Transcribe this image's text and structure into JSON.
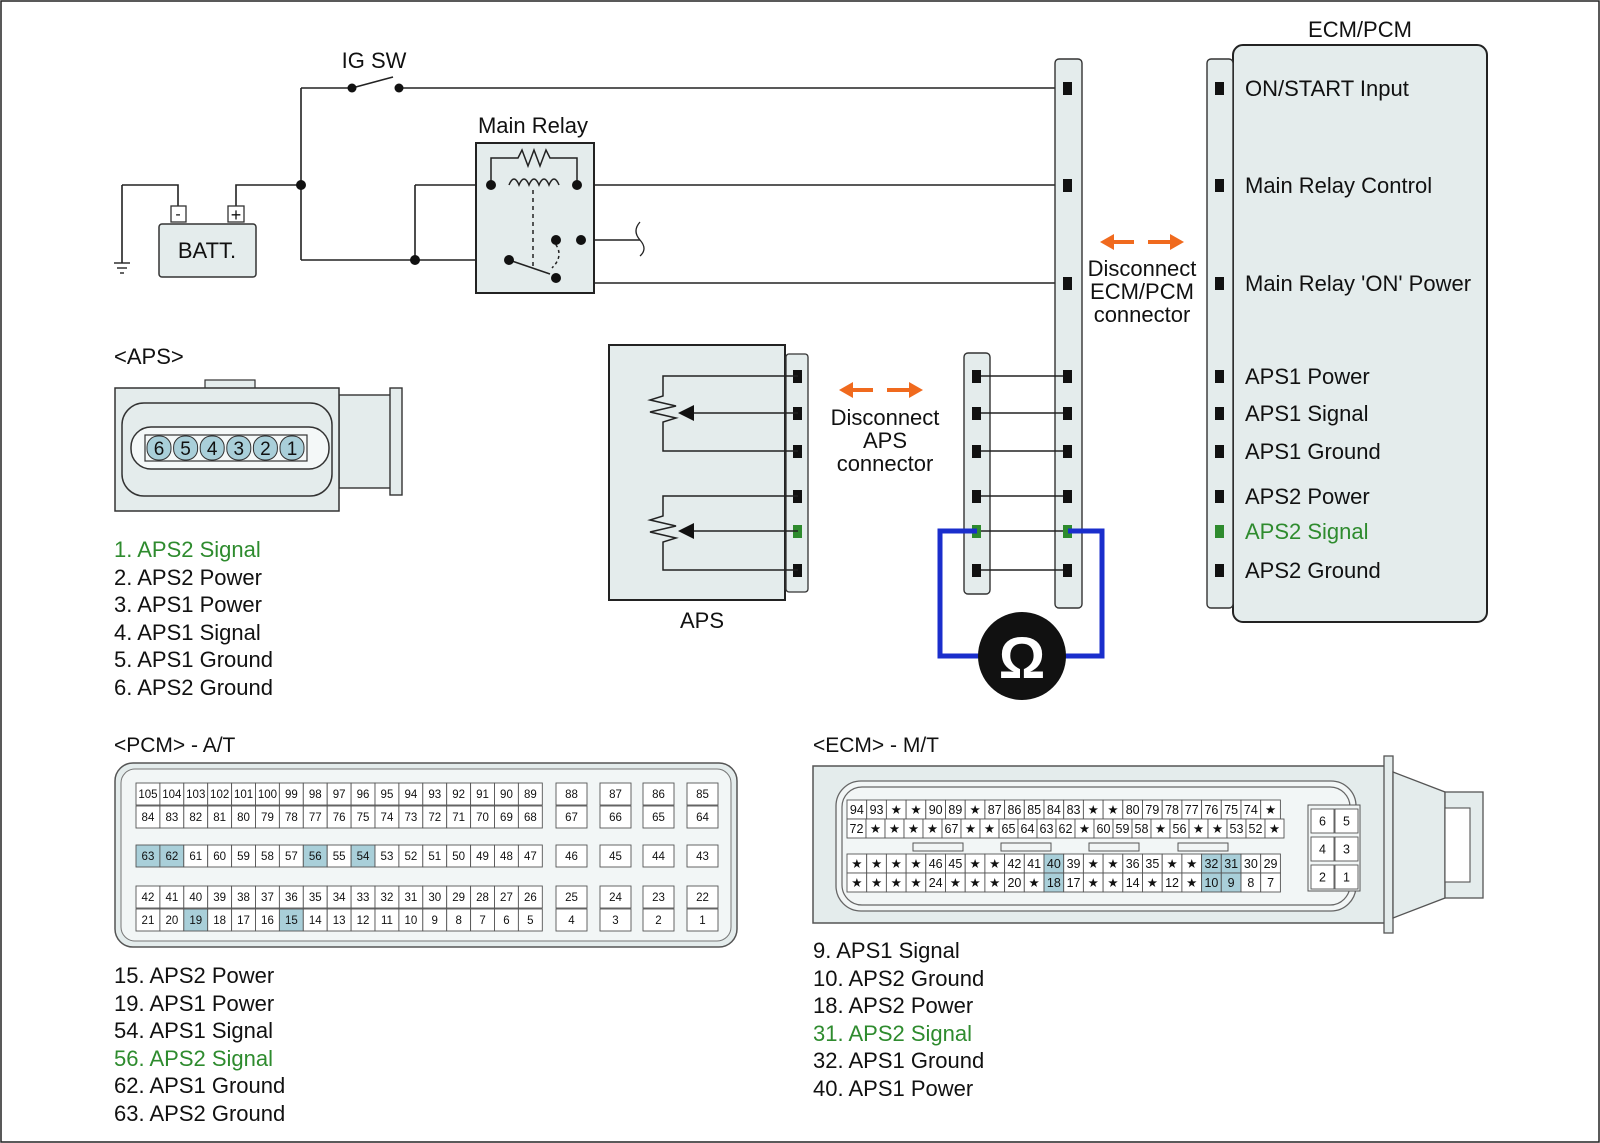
{
  "labels": {
    "ig_sw": "IG SW",
    "main_relay": "Main Relay",
    "batt": "BATT.",
    "batt_minus": "-",
    "batt_plus": "+",
    "ecm_pcm": "ECM/PCM",
    "aps": "APS",
    "ohm_symbol": "Ω",
    "disconnect_ecm": [
      "Disconnect",
      "ECM/PCM",
      "connector"
    ],
    "disconnect_aps": [
      "Disconnect",
      "APS",
      "connector"
    ]
  },
  "ecm_pins": [
    {
      "label": "ON/START Input",
      "highlight": false
    },
    {
      "label": "Main Relay Control",
      "highlight": false
    },
    {
      "label": "Main Relay 'ON' Power",
      "highlight": false
    },
    {
      "label": "APS1 Power",
      "highlight": false
    },
    {
      "label": "APS1 Signal",
      "highlight": false
    },
    {
      "label": "APS1 Ground",
      "highlight": false
    },
    {
      "label": "APS2 Power",
      "highlight": false
    },
    {
      "label": "APS2 Signal",
      "highlight": true
    },
    {
      "label": "APS2 Ground",
      "highlight": false
    }
  ],
  "aps_connector": {
    "title": "<APS>",
    "pins": [
      "6",
      "5",
      "4",
      "3",
      "2",
      "1"
    ],
    "legend": [
      {
        "text": "1. APS2 Signal",
        "highlight": true
      },
      {
        "text": "2. APS2 Power",
        "highlight": false
      },
      {
        "text": "3. APS1 Power",
        "highlight": false
      },
      {
        "text": "4. APS1 Signal",
        "highlight": false
      },
      {
        "text": "5. APS1 Ground",
        "highlight": false
      },
      {
        "text": "6. APS2 Ground",
        "highlight": false
      }
    ]
  },
  "pcm_connector": {
    "title": "<PCM> - A/T",
    "rows": [
      [
        "105",
        "104",
        "103",
        "102",
        "101",
        "100",
        "99",
        "98",
        "97",
        "96",
        "95",
        "94",
        "93",
        "92",
        "91",
        "90",
        "89"
      ],
      [
        "84",
        "83",
        "82",
        "81",
        "80",
        "79",
        "78",
        "77",
        "76",
        "75",
        "74",
        "73",
        "72",
        "71",
        "70",
        "69",
        "68"
      ],
      [
        "63",
        "62",
        "61",
        "60",
        "59",
        "58",
        "57",
        "56",
        "55",
        "54",
        "53",
        "52",
        "51",
        "50",
        "49",
        "48",
        "47"
      ],
      [
        "42",
        "41",
        "40",
        "39",
        "38",
        "37",
        "36",
        "35",
        "34",
        "33",
        "32",
        "31",
        "30",
        "29",
        "28",
        "27",
        "26"
      ],
      [
        "21",
        "20",
        "19",
        "18",
        "17",
        "16",
        "15",
        "14",
        "13",
        "12",
        "11",
        "10",
        "9",
        "8",
        "7",
        "6",
        "5"
      ]
    ],
    "side_cols": [
      [
        "88",
        "67",
        "46",
        "25",
        "4"
      ],
      [
        "87",
        "66",
        "45",
        "24",
        "3"
      ],
      [
        "86",
        "65",
        "44",
        "23",
        "2"
      ],
      [
        "85",
        "64",
        "43",
        "22",
        "1"
      ]
    ],
    "highlighted_pins": [
      "63",
      "62",
      "56",
      "54",
      "19",
      "15"
    ],
    "legend": [
      {
        "text": "15. APS2 Power",
        "highlight": false
      },
      {
        "text": "19. APS1 Power",
        "highlight": false
      },
      {
        "text": "54. APS1 Signal",
        "highlight": false
      },
      {
        "text": "56. APS2 Signal",
        "highlight": true
      },
      {
        "text": "62. APS1 Ground",
        "highlight": false
      },
      {
        "text": "63. APS2 Ground",
        "highlight": false
      }
    ]
  },
  "ecm_connector": {
    "title": "<ECM> - M/T",
    "rows": [
      [
        "94",
        "93",
        "★",
        "★",
        "90",
        "89",
        "★",
        "87",
        "86",
        "85",
        "84",
        "83",
        "★",
        "★",
        "80",
        "79",
        "78",
        "77",
        "76",
        "75",
        "74",
        "★"
      ],
      [
        "72",
        "★",
        "★",
        "★",
        "★",
        "67",
        "★",
        "★",
        "65",
        "64",
        "63",
        "62",
        "★",
        "60",
        "59",
        "58",
        "★",
        "56",
        "★",
        "★",
        "53",
        "52",
        "★"
      ],
      [
        "★",
        "★",
        "★",
        "★",
        "46",
        "45",
        "★",
        "★",
        "42",
        "41",
        "40",
        "39",
        "★",
        "★",
        "36",
        "35",
        "★",
        "★",
        "32",
        "31",
        "30",
        "29"
      ],
      [
        "★",
        "★",
        "★",
        "★",
        "24",
        "★",
        "★",
        "★",
        "20",
        "★",
        "18",
        "17",
        "★",
        "★",
        "14",
        "★",
        "12",
        "★",
        "10",
        "9",
        "8",
        "7"
      ]
    ],
    "side_pins": [
      [
        "6",
        "5"
      ],
      [
        "4",
        "3"
      ],
      [
        "2",
        "1"
      ]
    ],
    "highlighted_pins": [
      "40",
      "18",
      "32",
      "31",
      "10",
      "9"
    ],
    "legend": [
      {
        "text": "9. APS1 Signal",
        "highlight": false
      },
      {
        "text": "10. APS2 Ground",
        "highlight": false
      },
      {
        "text": "18. APS2 Power",
        "highlight": false
      },
      {
        "text": "31. APS2 Signal",
        "highlight": true
      },
      {
        "text": "32. APS1 Ground",
        "highlight": false
      },
      {
        "text": "40. APS1 Power",
        "highlight": false
      }
    ]
  },
  "colors": {
    "highlight_green": "#2e8b2e",
    "pin_highlight": "#a9cfd9",
    "meter_wire": "#1a2ecc",
    "arrow_orange": "#f06a1e",
    "panel_fill": "#e4ecec"
  }
}
